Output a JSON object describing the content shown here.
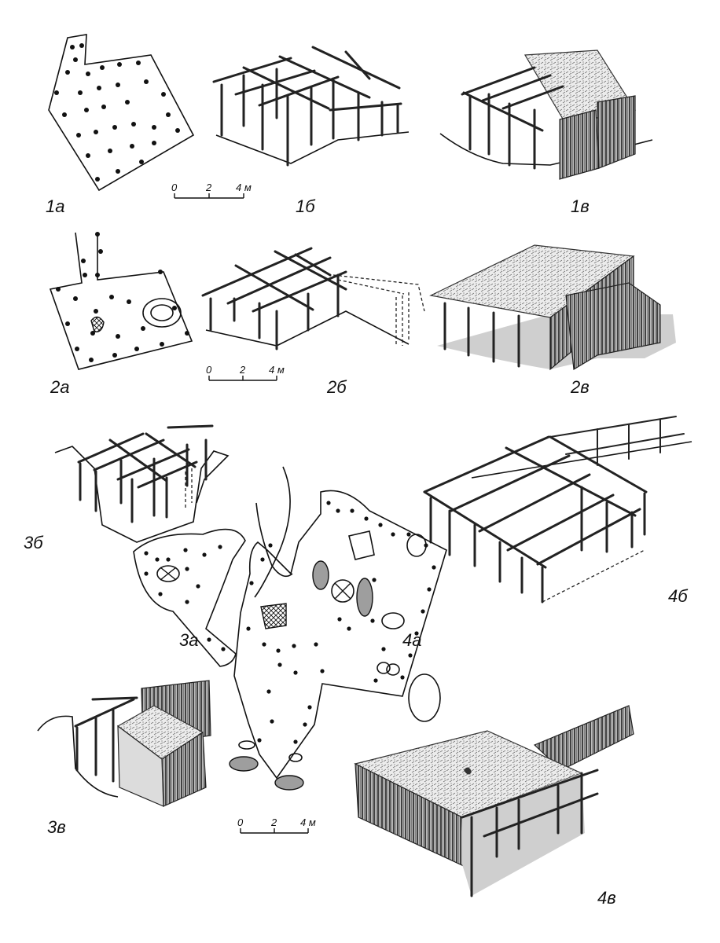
{
  "labels": {
    "l1a": "1а",
    "l1b": "1б",
    "l1v": "1в",
    "l2a": "2а",
    "l2b": "2б",
    "l2v": "2в",
    "l3a": "3а",
    "l3b": "3б",
    "l3v": "3в",
    "l4a": "4а",
    "l4b": "4б",
    "l4v": "4в"
  },
  "scale": {
    "t0": "0",
    "t2": "2",
    "t4": "4",
    "unit": "м",
    "t4m": "4 м"
  },
  "colors": {
    "ink": "#111111",
    "pit_grey": "#9e9e9e",
    "paper": "#ffffff"
  }
}
